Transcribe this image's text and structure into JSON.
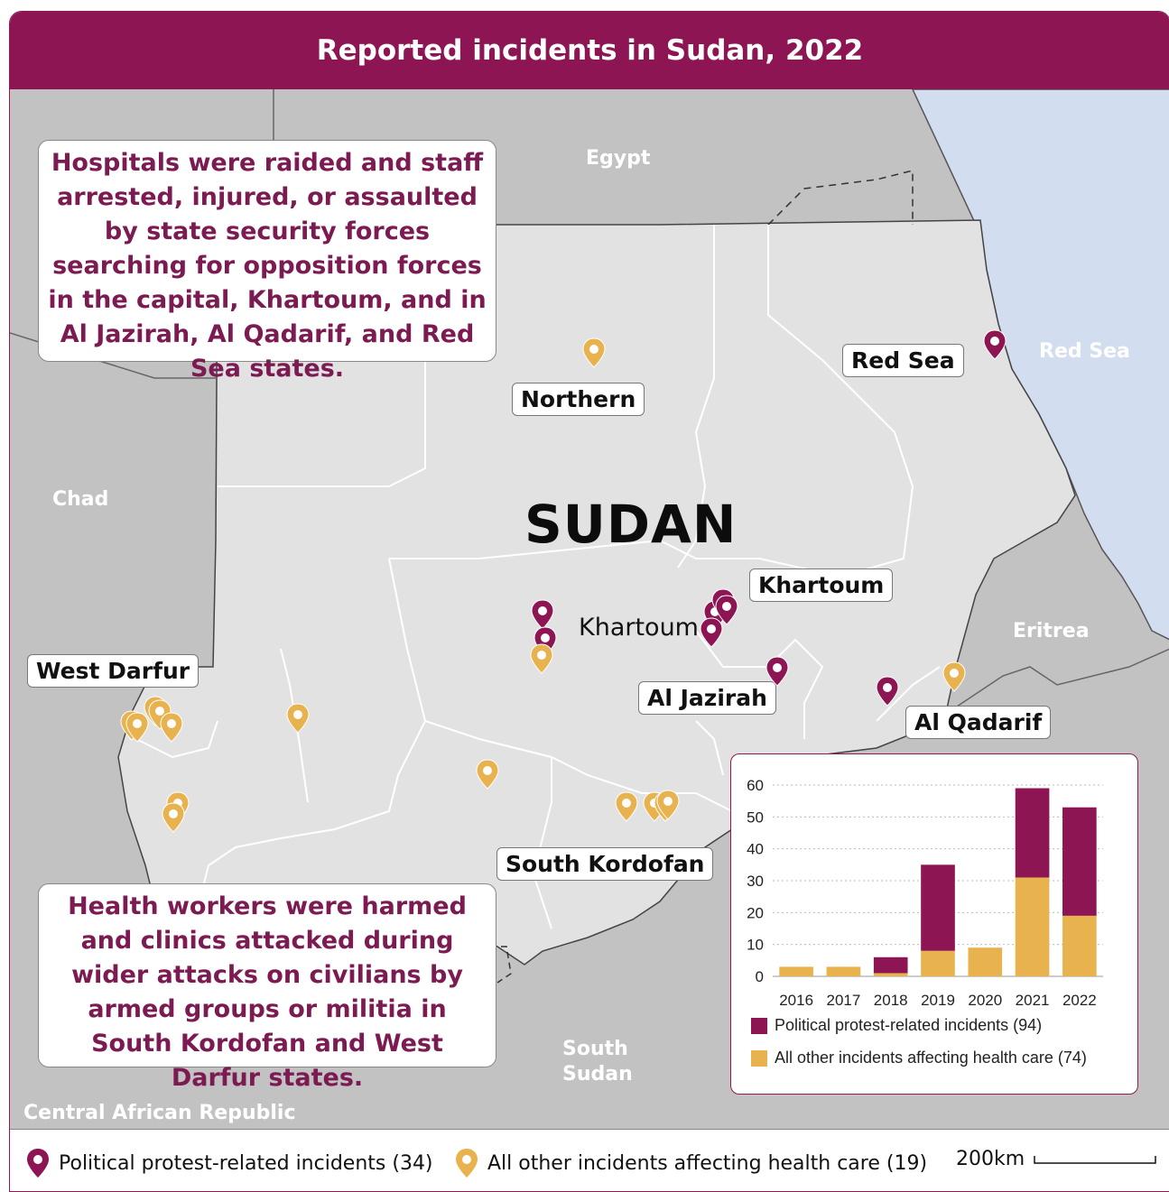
{
  "title": "Reported incidents in Sudan, 2022",
  "colors": {
    "protest": "#8e1553",
    "other": "#e8b34f",
    "water": "#d3ddf0",
    "sudan": "#e2e2e2",
    "neighbours": "#c2c2c2"
  },
  "countries": {
    "egypt": "Egypt",
    "chad": "Chad",
    "eritrea": "Eritrea",
    "south_sudan": "South Sudan",
    "car": "Central African Republic",
    "red_sea_water": "Red Sea"
  },
  "country_name": "SUDAN",
  "capital": "Khartoum",
  "states": {
    "northern": "Northern",
    "red_sea": "Red Sea",
    "khartoum": "Khartoum",
    "al_jazirah": "Al Jazirah",
    "al_qadarif": "Al Qadarif",
    "west_darfur": "West Darfur",
    "south_kordofan": "South Kordofan"
  },
  "callouts": {
    "top": "Hospitals were raided and staff arrested, injured, or assaulted by state security forces searching for opposition forces in the capital, Khartoum, and in Al Jazirah, Al Qadarif, and Red Sea states.",
    "bottom": "Health workers were harmed and clinics attacked during wider attacks on civilians by armed groups or militia in South Kordofan and West Darfur states."
  },
  "legend": {
    "protest": "Political protest-related incidents (34)",
    "other": "All other incidents affecting health care (19)",
    "scale": "200km",
    "protest_icon": "purple-map-pin-icon",
    "other_icon": "yellow-map-pin-icon"
  },
  "chart_data": {
    "type": "bar",
    "stacked": true,
    "categories": [
      "2016",
      "2017",
      "2018",
      "2019",
      "2020",
      "2021",
      "2022"
    ],
    "series": [
      {
        "name": "All other incidents affecting health care (74)",
        "color": "#e8b34f",
        "values": [
          3,
          3,
          1,
          8,
          9,
          31,
          19
        ]
      },
      {
        "name": "Political protest-related incidents (94)",
        "color": "#8e1553",
        "values": [
          0,
          0,
          5,
          27,
          0,
          28,
          34
        ]
      }
    ],
    "ylim": [
      0,
      60
    ],
    "yticks": [
      0,
      10,
      20,
      30,
      40,
      50,
      60
    ],
    "grid": true,
    "legend_position": "bottom"
  }
}
